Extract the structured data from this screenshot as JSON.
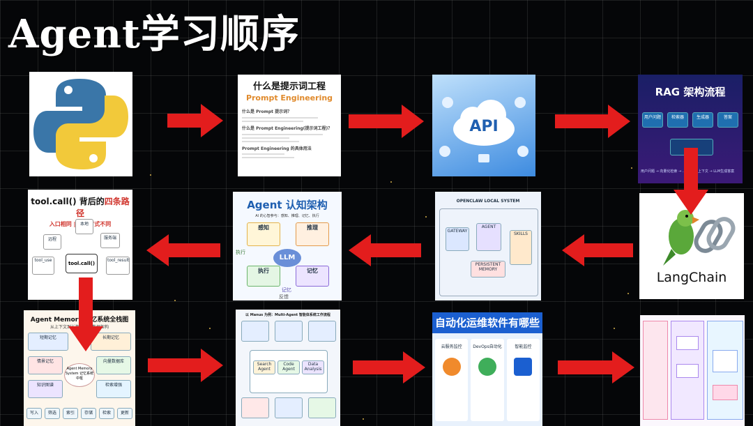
{
  "title": "Agent学习顺序",
  "steps": {
    "python": {},
    "prompt": {
      "heading": "什么是提示词工程",
      "subheading": "Prompt Engineering",
      "q1": "什么是 Prompt 提示词？",
      "q2": "什么是 Prompt Engineering(提示词工程)？",
      "q3": "Prompt Engineering 的具体用法"
    },
    "api": {
      "label": "API"
    },
    "rag": {
      "heading": "RAG 架构流程",
      "nodes": [
        "用户问题",
        "检索器",
        "生成器",
        "答案"
      ],
      "footer": "用户问题 → 向量化检索 → ... → 补充上下文 → LLM生成答案"
    },
    "langchain": {
      "label": "LangChain"
    },
    "openclaw": {
      "heading": "OPENCLAW LOCAL SYSTEM",
      "nodes": [
        "GATEWAY",
        "AGENT",
        "SKILLS",
        "PERSISTENT MEMORY"
      ]
    },
    "cognitive": {
      "heading": "Agent 认知架构",
      "subheading": "AI 的心智参与：感知、推理、记忆、执行",
      "center": "LLM",
      "parts": [
        "感知",
        "推理",
        "执行",
        "记忆"
      ],
      "labels": [
        "执行",
        "记忆",
        "反馈"
      ]
    },
    "toolcall": {
      "heading_prefix": "tool.call() 背后的",
      "heading_highlight": "四条路径",
      "subheading": "入口相同 | 执行方式不同",
      "center": "tool.call()",
      "paths": [
        "本地",
        "远程",
        "服务端",
        "tool_use",
        "tool_result"
      ]
    },
    "memory": {
      "heading": "Agent Memory 记忆系统全栈图",
      "subheading": "从上下文到长期记忆的数据架构",
      "center": "Agent Memory System 记忆系统中枢",
      "blocks": [
        "短期记忆",
        "长期记忆",
        "情景记忆",
        "向量数据库",
        "知识图谱",
        "检索增强"
      ],
      "footer": [
        "写入",
        "筛选",
        "索引",
        "存储",
        "检索",
        "更新"
      ]
    },
    "manus": {
      "heading": "以 Manus 为例：Multi-Agent 智能体系统工作流程",
      "nodes": [
        "Search Agent",
        "Code Agent",
        "Data Analysis"
      ]
    },
    "ops": {
      "heading": "自动化运维软件有哪些",
      "columns": [
        "云服务监控",
        "DevOps自动化",
        "智能监控"
      ]
    },
    "workflow": {}
  }
}
